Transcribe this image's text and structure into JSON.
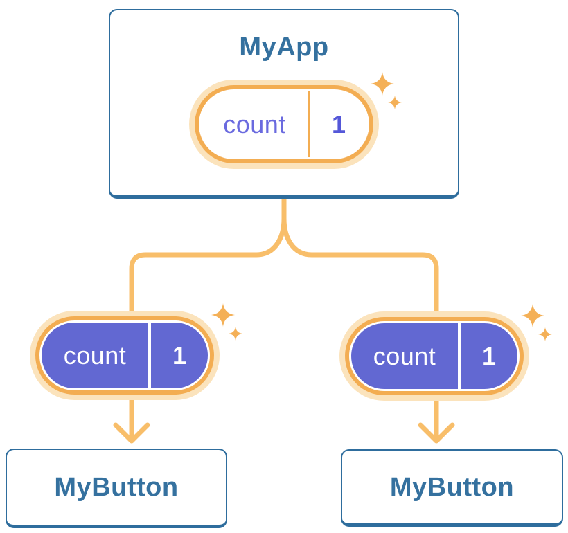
{
  "diagram": {
    "root": {
      "title": "MyApp",
      "state": {
        "name": "count",
        "value": "1"
      }
    },
    "children": [
      {
        "title": "MyButton",
        "state": {
          "name": "count",
          "value": "1"
        }
      },
      {
        "title": "MyButton",
        "state": {
          "name": "count",
          "value": "1"
        }
      }
    ],
    "colors": {
      "card_border_blue": "#2E6D9D",
      "card_text_blue": "#35719F",
      "pill_ring_orange": "#F3AD52",
      "pill_ring_pale": "#FBE3BC",
      "connector_orange": "#F8BE6A",
      "state_pill_purple": "#6268D2",
      "state_name_purple": "#6A6ADF",
      "state_value_purple": "#5457D8"
    }
  }
}
